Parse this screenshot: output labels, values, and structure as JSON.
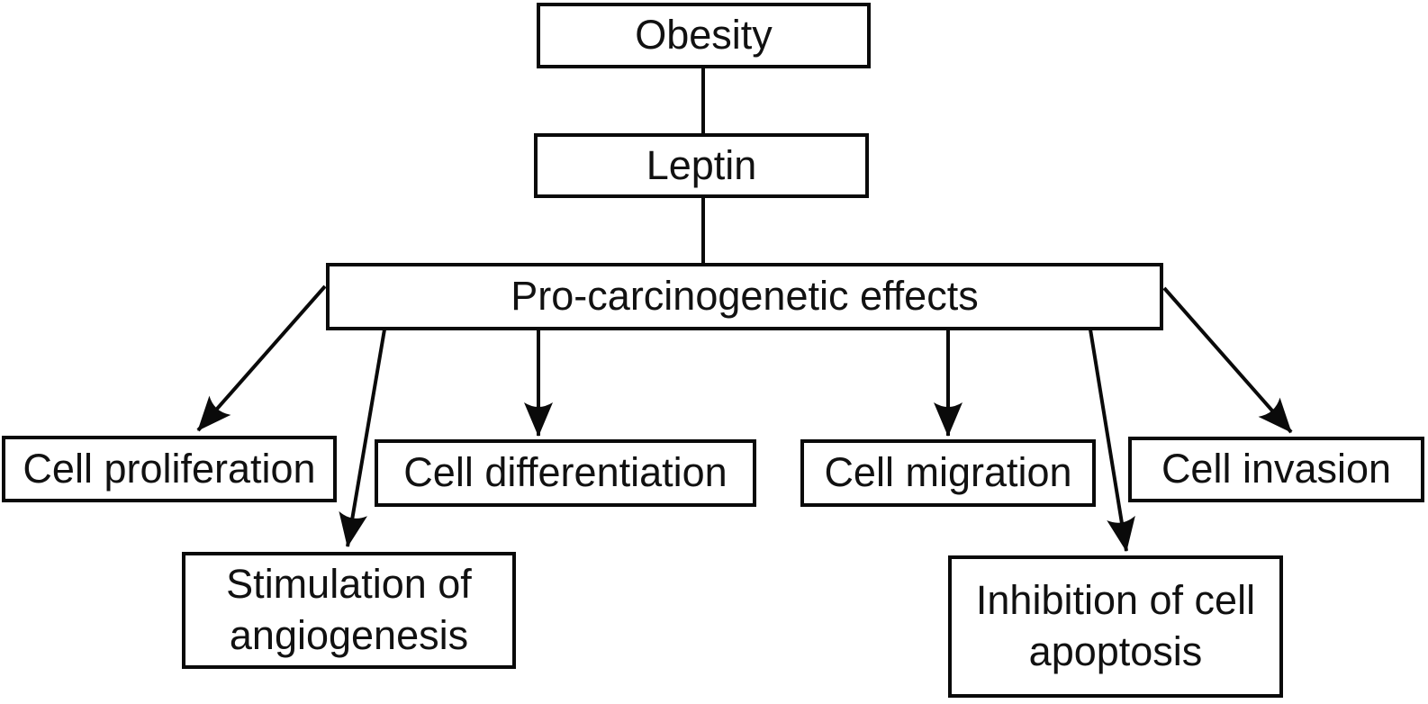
{
  "diagram": {
    "title": "Obesity / leptin pro-carcinogenetic effects flowchart",
    "nodes": {
      "obesity": {
        "label": "Obesity"
      },
      "leptin": {
        "label": "Leptin"
      },
      "pro_effects": {
        "label": "Pro-carcinogenetic effects"
      },
      "cell_proliferation": {
        "label": "Cell proliferation"
      },
      "cell_differentiation": {
        "label": "Cell differentiation"
      },
      "cell_migration": {
        "label": "Cell migration"
      },
      "cell_invasion": {
        "label": "Cell invasion"
      },
      "stimulation_angiogenesis": {
        "label": "Stimulation of angiogenesis"
      },
      "inhibition_apoptosis": {
        "label": "Inhibition of cell apoptosis"
      }
    },
    "edges": [
      {
        "from": "obesity",
        "to": "leptin",
        "arrowhead": false
      },
      {
        "from": "leptin",
        "to": "pro_effects",
        "arrowhead": false
      },
      {
        "from": "pro_effects",
        "to": "cell_proliferation",
        "arrowhead": true
      },
      {
        "from": "pro_effects",
        "to": "stimulation_angiogenesis",
        "arrowhead": true
      },
      {
        "from": "pro_effects",
        "to": "cell_differentiation",
        "arrowhead": true
      },
      {
        "from": "pro_effects",
        "to": "cell_migration",
        "arrowhead": true
      },
      {
        "from": "pro_effects",
        "to": "inhibition_apoptosis",
        "arrowhead": true
      },
      {
        "from": "pro_effects",
        "to": "cell_invasion",
        "arrowhead": true
      }
    ],
    "colors": {
      "line": "#0a0a0a",
      "box_border": "#0a0a0a",
      "box_background": "#ffffff",
      "text": "#111111",
      "page_background": "#ffffff"
    }
  }
}
